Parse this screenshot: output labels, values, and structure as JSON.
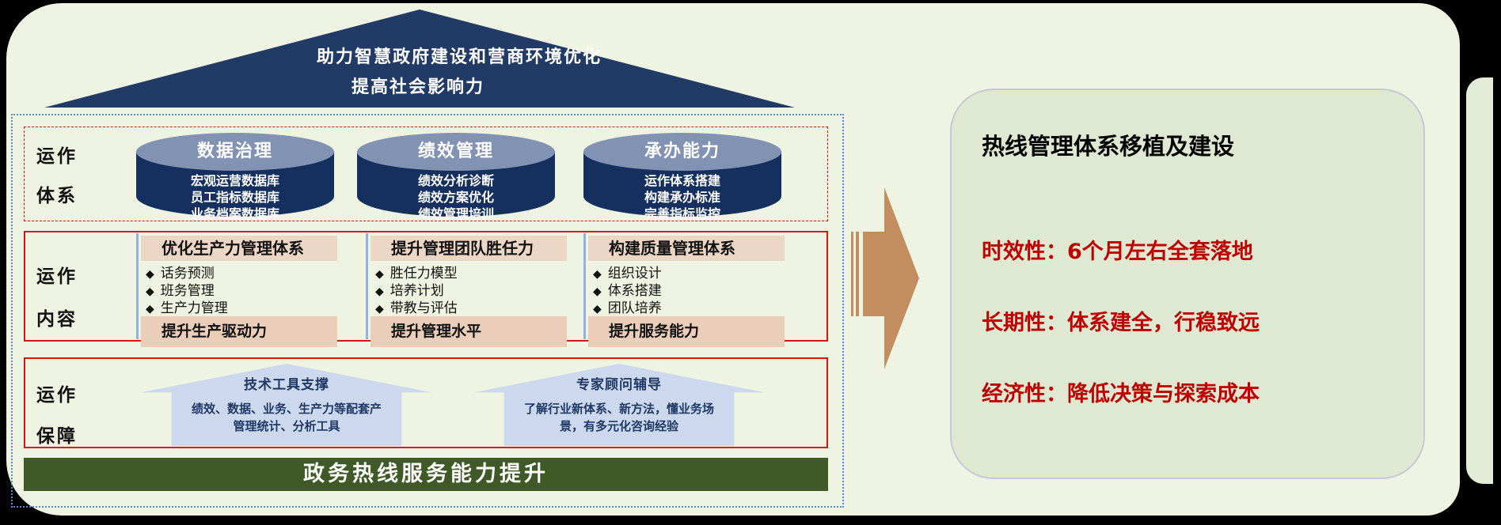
{
  "roof": {
    "line1": "助力智慧政府建设和营商环境优化",
    "line2": "提高社会影响力"
  },
  "sections": {
    "system": {
      "label_line1": "运作",
      "label_line2": "体系",
      "cylinders": [
        {
          "title": "数据治理",
          "lines": [
            "宏观运营数据库",
            "员工指标数据库",
            "业务档案数据库"
          ]
        },
        {
          "title": "绩效管理",
          "lines": [
            "绩效分析诊断",
            "绩效方案优化",
            "绩效管理培训"
          ]
        },
        {
          "title": "承办能力",
          "lines": [
            "运作体系搭建",
            "构建承办标准",
            "完善指标监控"
          ]
        }
      ]
    },
    "content": {
      "label_line1": "运作",
      "label_line2": "内容",
      "bullet_glyph": "◆",
      "columns": [
        {
          "header": "优化生产力管理体系",
          "bullets": [
            "话务预测",
            "班务管理",
            "生产力管理"
          ],
          "footer": "提升生产驱动力"
        },
        {
          "header": "提升管理团队胜任力",
          "bullets": [
            "胜任力模型",
            "培养计划",
            "带教与评估"
          ],
          "footer": "提升管理水平"
        },
        {
          "header": "构建质量管理体系",
          "bullets": [
            "组织设计",
            "体系搭建",
            "团队培养"
          ],
          "footer": "提升服务能力"
        }
      ]
    },
    "support": {
      "label_line1": "运作",
      "label_line2": "保障",
      "items": [
        {
          "title": "技术工具支撑",
          "desc_line1": "绩效、数据、业务、生产力等配套产",
          "desc_line2": "管理统计、分析工具"
        },
        {
          "title": "专家顾问辅导",
          "desc_line1": "了解行业新体系、新方法，懂业务场",
          "desc_line2": "景，有多元化咨询经验"
        }
      ]
    }
  },
  "bottom_bar": {
    "label": "政务热线服务能力提升"
  },
  "result_panel": {
    "title": "热线管理体系移植及建设",
    "benefits": [
      "时效性：6个月左右全套落地",
      "长期性：体系建全，行稳致远",
      "经济性：降低决策与探索成本"
    ]
  },
  "colors": {
    "roof_navy": "#223a66",
    "cylinder_body": "#15305f",
    "cylinder_top": "#8292b2",
    "red_border": "#e01010",
    "blue_dotted_border": "#5b87d5",
    "tan_header": "#ecd7c6",
    "tan_footer": "#eaceba",
    "support_fill": "#ccd8ee",
    "bar_green": "#3f5a26",
    "arrow_tan": "#c28e60",
    "panel_bg": "#dfe9d1",
    "benefit_red": "#c00000",
    "background_cream": "#eef3e2"
  }
}
